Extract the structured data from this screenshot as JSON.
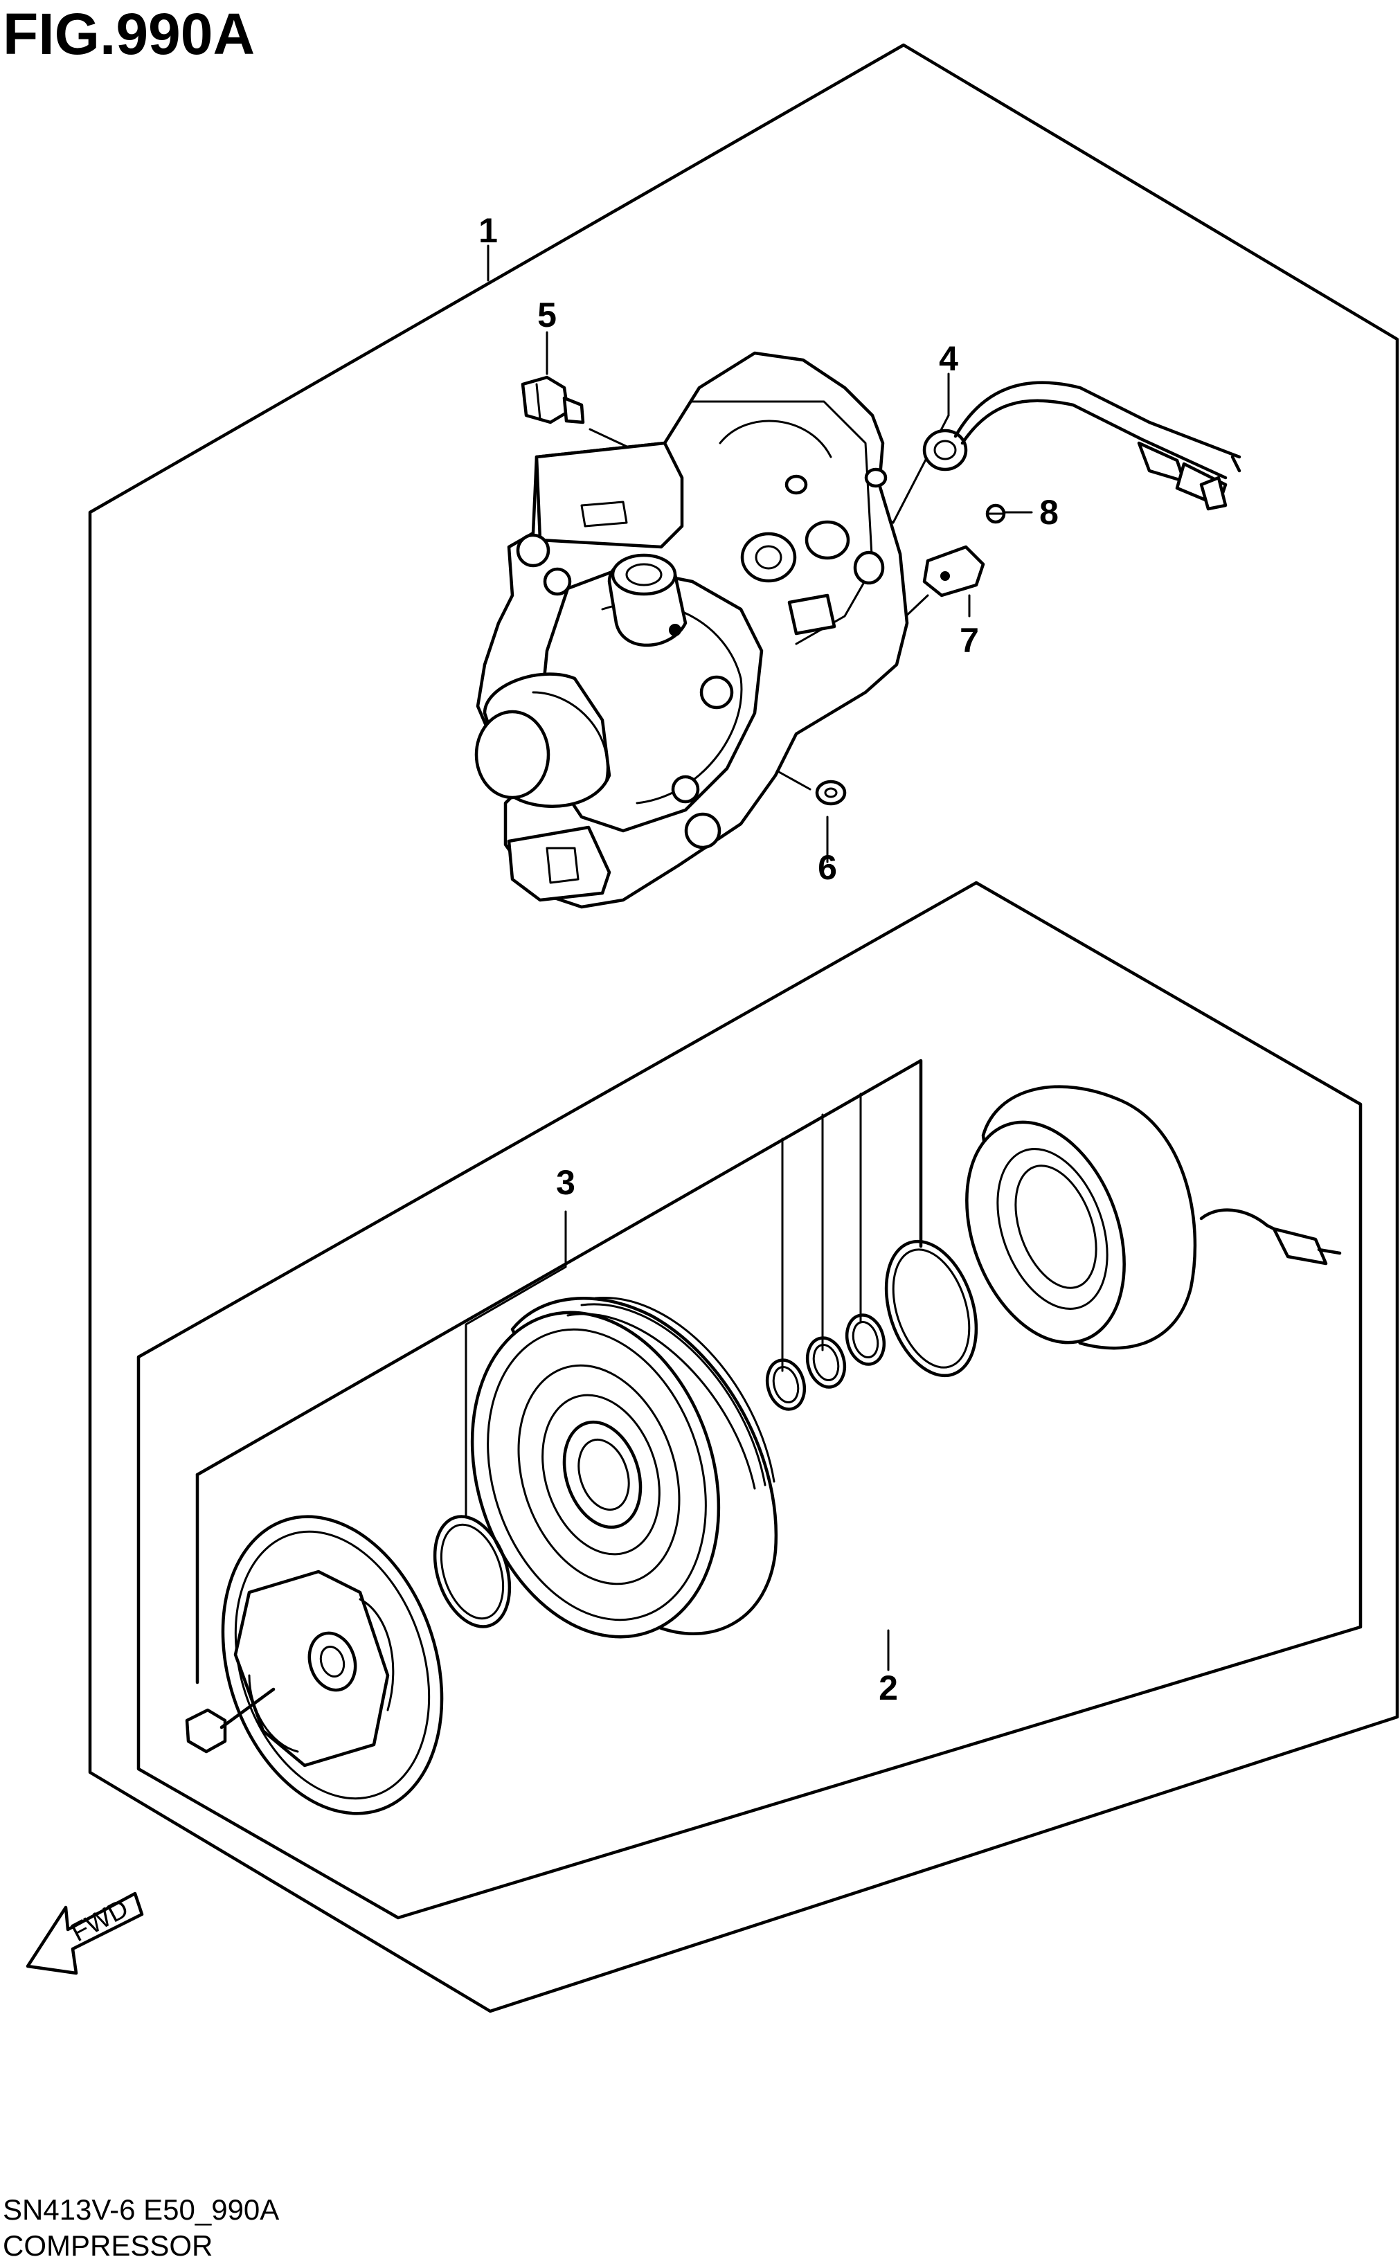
{
  "figure": {
    "title": "FIG.990A",
    "code": "SN413V-6 E50_990A",
    "name": "COMPRESSOR",
    "direction_label": "FWD"
  },
  "callouts": [
    {
      "id": "1",
      "label": "1"
    },
    {
      "id": "2",
      "label": "2"
    },
    {
      "id": "3",
      "label": "3"
    },
    {
      "id": "4",
      "label": "4"
    },
    {
      "id": "5",
      "label": "5"
    },
    {
      "id": "6",
      "label": "6"
    },
    {
      "id": "7",
      "label": "7"
    },
    {
      "id": "8",
      "label": "8"
    }
  ]
}
